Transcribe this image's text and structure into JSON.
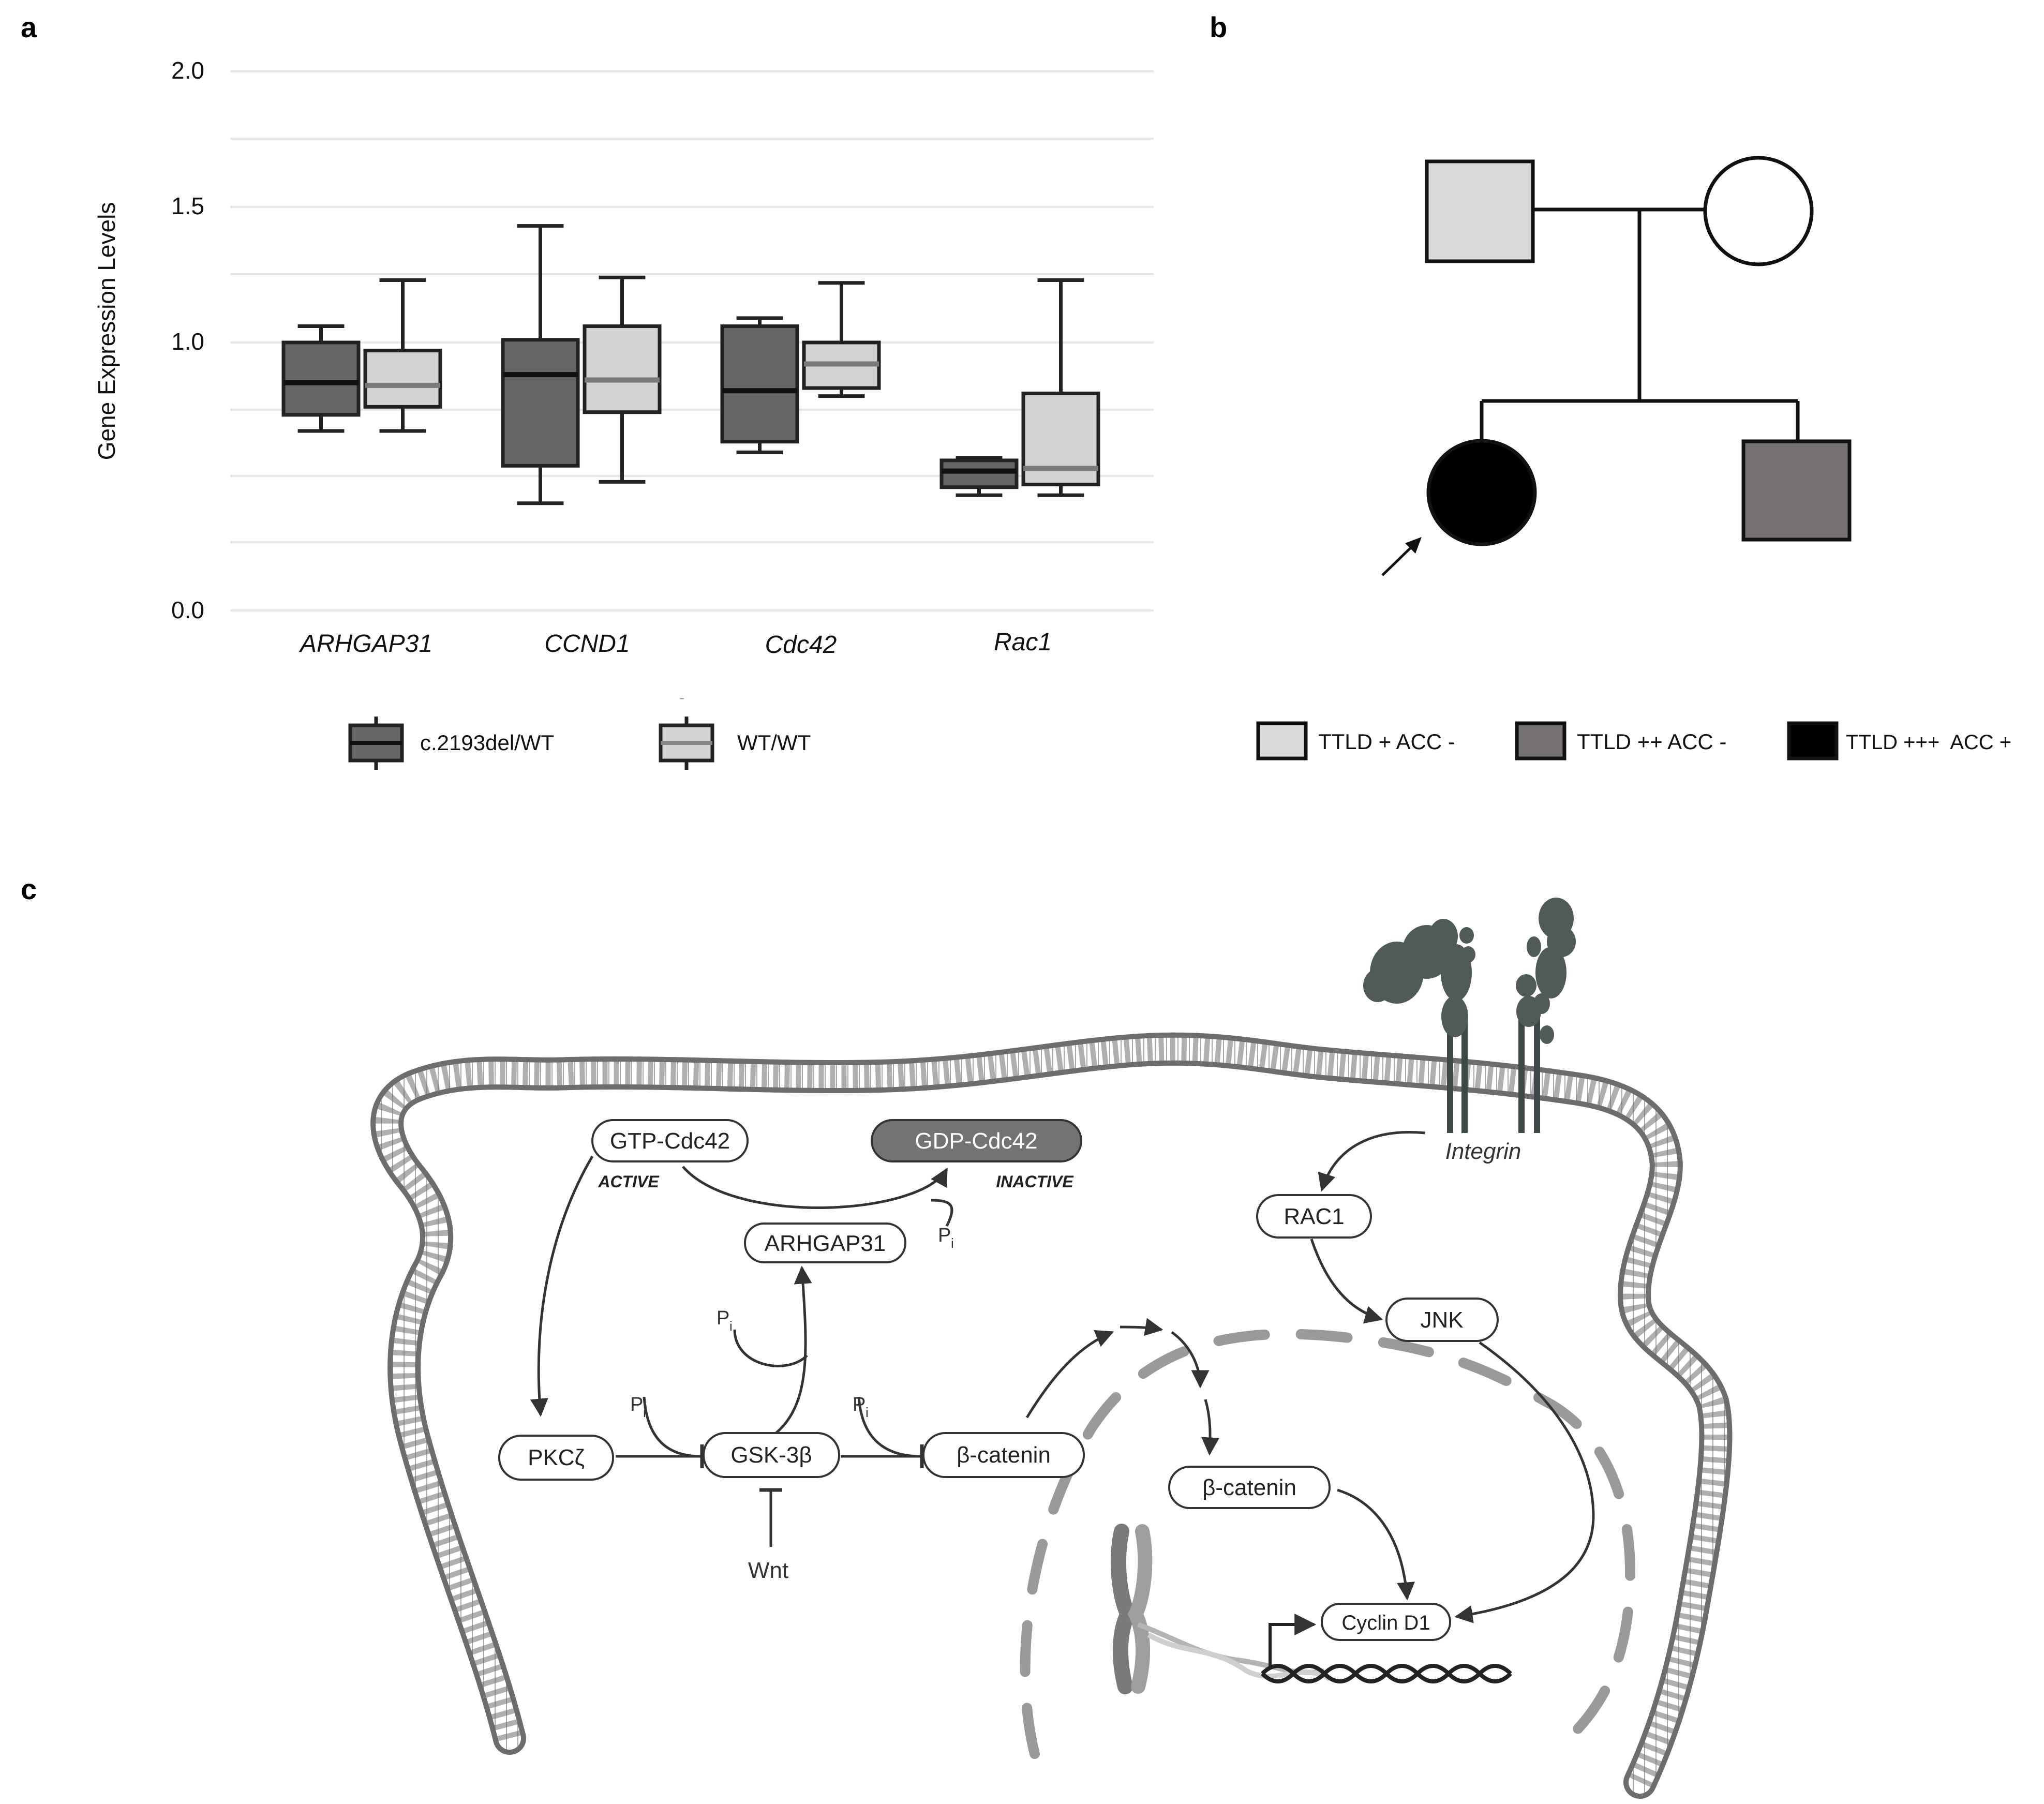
{
  "panels": {
    "a": "a",
    "b": "b",
    "c": "c"
  },
  "chart_data": {
    "type": "box",
    "ylabel": "Gene Expression Levels",
    "yticks": [
      "0.0",
      "1.0",
      "1.5",
      "2.0"
    ],
    "categories": [
      "ARHGAP31",
      "CCND1",
      "Cdc42",
      "Rac1"
    ],
    "series": [
      {
        "name": "c.2193del/WT",
        "color": "#676767",
        "boxes": [
          {
            "min": 0.67,
            "q1": 0.73,
            "median": 0.85,
            "q3": 1.0,
            "max": 1.06
          },
          {
            "min": 0.4,
            "q1": 0.54,
            "median": 0.88,
            "q3": 1.01,
            "max": 1.43
          },
          {
            "min": 0.59,
            "q1": 0.63,
            "median": 0.82,
            "q3": 1.06,
            "max": 1.09
          },
          {
            "min": 0.43,
            "q1": 0.46,
            "median": 0.52,
            "q3": 0.56,
            "max": 0.57
          }
        ]
      },
      {
        "name": "WT/WT",
        "color": "#d2d2d2",
        "boxes": [
          {
            "min": 0.67,
            "q1": 0.76,
            "median": 0.84,
            "q3": 0.97,
            "max": 1.23
          },
          {
            "min": 0.48,
            "q1": 0.74,
            "median": 0.86,
            "q3": 1.06,
            "max": 1.24
          },
          {
            "min": 0.8,
            "q1": 0.83,
            "median": 0.92,
            "q3": 1.0,
            "max": 1.22
          },
          {
            "min": 0.43,
            "q1": 0.47,
            "median": 0.53,
            "q3": 0.81,
            "max": 1.23
          }
        ]
      }
    ],
    "legend_mark": "-",
    "grid": true,
    "legend": "bottom"
  },
  "pedigree": {
    "legend": [
      {
        "label": "TTLD + ACC -",
        "color": "#d9d9d9"
      },
      {
        "label": "TTLD ++ ACC -",
        "color": "#757070"
      },
      {
        "label": "TTLD +++  ACC +",
        "color": "#000000"
      }
    ],
    "father_color": "#d9d9d9",
    "mother_color": "#ffffff",
    "proband_color": "#000000",
    "brother_color": "#757070"
  },
  "pathway": {
    "gtp_cdc42": "GTP-Cdc42",
    "gdp_cdc42": "GDP-Cdc42",
    "active": "ACTIVE",
    "inactive": "INACTIVE",
    "arhgap31": "ARHGAP31",
    "pkc": "PKCζ",
    "gsk": "GSK-3β",
    "bcat_cyto": "β-catenin",
    "bcat_nuc": "β-catenin",
    "wnt": "Wnt",
    "integrin": "Integrin",
    "rac1": "RAC1",
    "jnk": "JNK",
    "cyclin": "Cyclin D1",
    "pi_main": "P",
    "pi_sub": "i",
    "membrane_color": "#6d6d6d",
    "nucleus_color": "#9a9a9a",
    "gdp_fill": "#737373"
  }
}
